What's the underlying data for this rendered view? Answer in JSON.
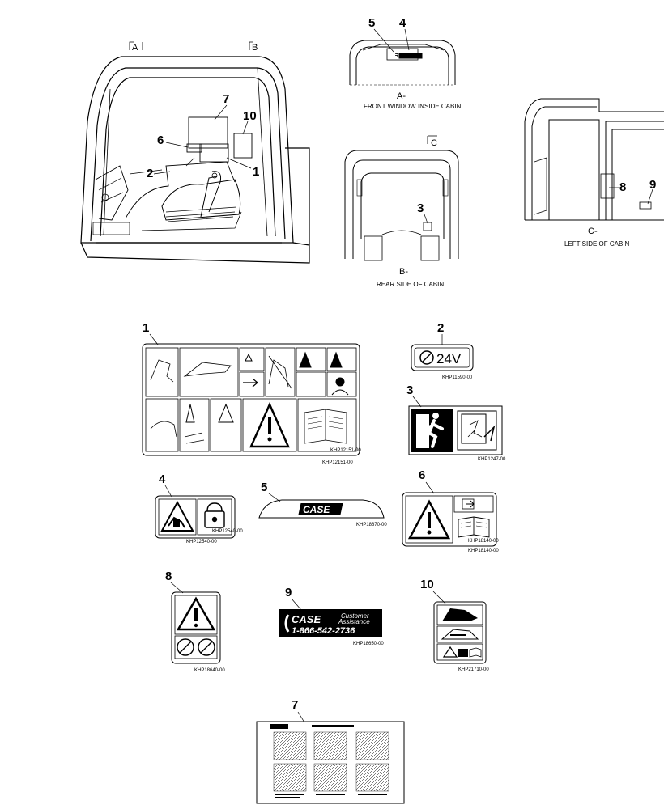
{
  "views": {
    "A": {
      "marker": "A",
      "caption": "A-",
      "subcaption": "FRONT WINDOW INSIDE CABIN"
    },
    "B": {
      "marker": "B",
      "caption": "B-",
      "subcaption": "REAR SIDE OF CABIN"
    },
    "C": {
      "marker": "C",
      "caption": "C-",
      "subcaption": "LEFT SIDE OF CABIN"
    }
  },
  "callouts_cabin": [
    "7",
    "10",
    "6",
    "1",
    "2",
    "5",
    "4",
    "3",
    "8",
    "9"
  ],
  "decals": [
    {
      "num": "1",
      "part": "KHP12151-00"
    },
    {
      "num": "2",
      "part": "KHP11590-00",
      "text": "24V"
    },
    {
      "num": "3",
      "part": "KHP1247-00"
    },
    {
      "num": "4",
      "part": "KHP12540-00"
    },
    {
      "num": "5",
      "part": "KHP18870-00",
      "text": "CASE"
    },
    {
      "num": "6",
      "part": "KHP18140-00"
    },
    {
      "num": "7",
      "part": ""
    },
    {
      "num": "8",
      "part": "KHP18640-00"
    },
    {
      "num": "9",
      "part": "KHP18650-00",
      "brand": "CASE",
      "line1": "Customer",
      "line2": "Assistance",
      "phone": "1-866-542-2736"
    },
    {
      "num": "10",
      "part": "KHP21710-00"
    }
  ],
  "icons": [
    "warning-triangle-icon",
    "manual-book-icon",
    "no-smoking-icon",
    "lock-icon",
    "exit-runner-icon",
    "broken-glass-icon"
  ]
}
